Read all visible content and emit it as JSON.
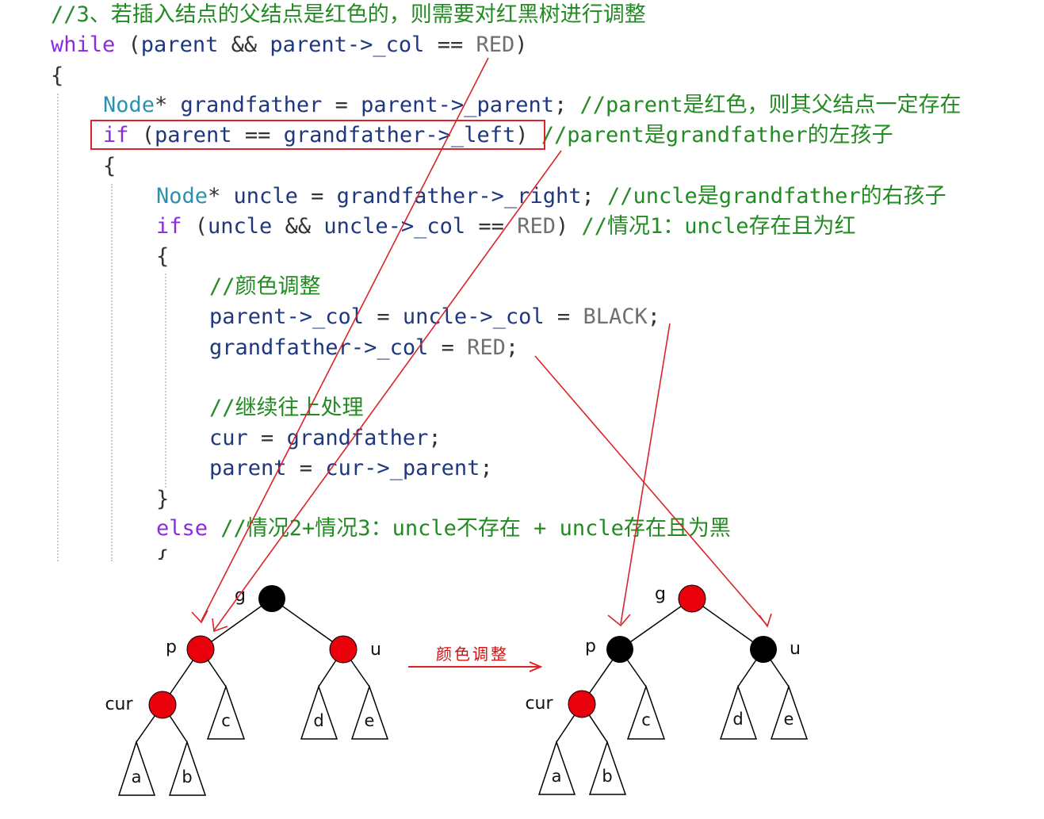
{
  "code": {
    "comment_step3": "//3、若插入结点的父结点是红色的，则需要对红黑树进行调整",
    "kw_while": "while",
    "while_cond_open": " (",
    "id_parent": "parent",
    "op_and": " && ",
    "id_parent_col": "parent->_col",
    "op_eq": " == ",
    "const_red": "RED",
    "close_paren": ")",
    "brace_open": "{",
    "brace_close": "}",
    "ty_node": "Node",
    "ptr_star": "* ",
    "id_grandfather": "grandfather",
    "op_assign": " = ",
    "id_parent_parent": "parent->_parent",
    "semi": ";",
    "comment_parent_red": " //parent是红色，则其父结点一定存在",
    "kw_if": "if",
    "if_cond_open": " (",
    "id_gf_left": "grandfather->_left",
    "comment_left_child": " //parent是grandfather的左孩子",
    "id_uncle": "uncle",
    "id_gf_right": "grandfather->_right",
    "comment_uncle_right": " //uncle是grandfather的右孩子",
    "id_uncle_col": "uncle->_col",
    "comment_case1": " //情况1：uncle存在且为红",
    "comment_color_adjust": "//颜色调整",
    "id_gf_col": "grandfather->_col",
    "const_black": "BLACK",
    "comment_continue_up": "//继续往上处理",
    "id_cur": "cur",
    "id_cur_parent": "cur->_parent",
    "kw_else": "else",
    "comment_case23": " //情况2+情况3：uncle不存在 + uncle存在且为黑",
    "brace_partial": "{"
  },
  "diagram": {
    "arrow_label": "颜色调整",
    "colors": {
      "red": "#e8000b",
      "black": "#000000",
      "annotation": "#d9242a"
    },
    "before": {
      "labels": {
        "g": "g",
        "p": "p",
        "u": "u",
        "cur": "cur"
      },
      "leaves": [
        "a",
        "b",
        "c",
        "d",
        "e"
      ],
      "node_colors": {
        "g": "black",
        "p": "red",
        "u": "red",
        "cur": "red"
      }
    },
    "after": {
      "labels": {
        "g": "g",
        "p": "p",
        "u": "u",
        "cur": "cur"
      },
      "leaves": [
        "a",
        "b",
        "c",
        "d",
        "e"
      ],
      "node_colors": {
        "g": "red",
        "p": "black",
        "u": "black",
        "cur": "red"
      }
    }
  }
}
